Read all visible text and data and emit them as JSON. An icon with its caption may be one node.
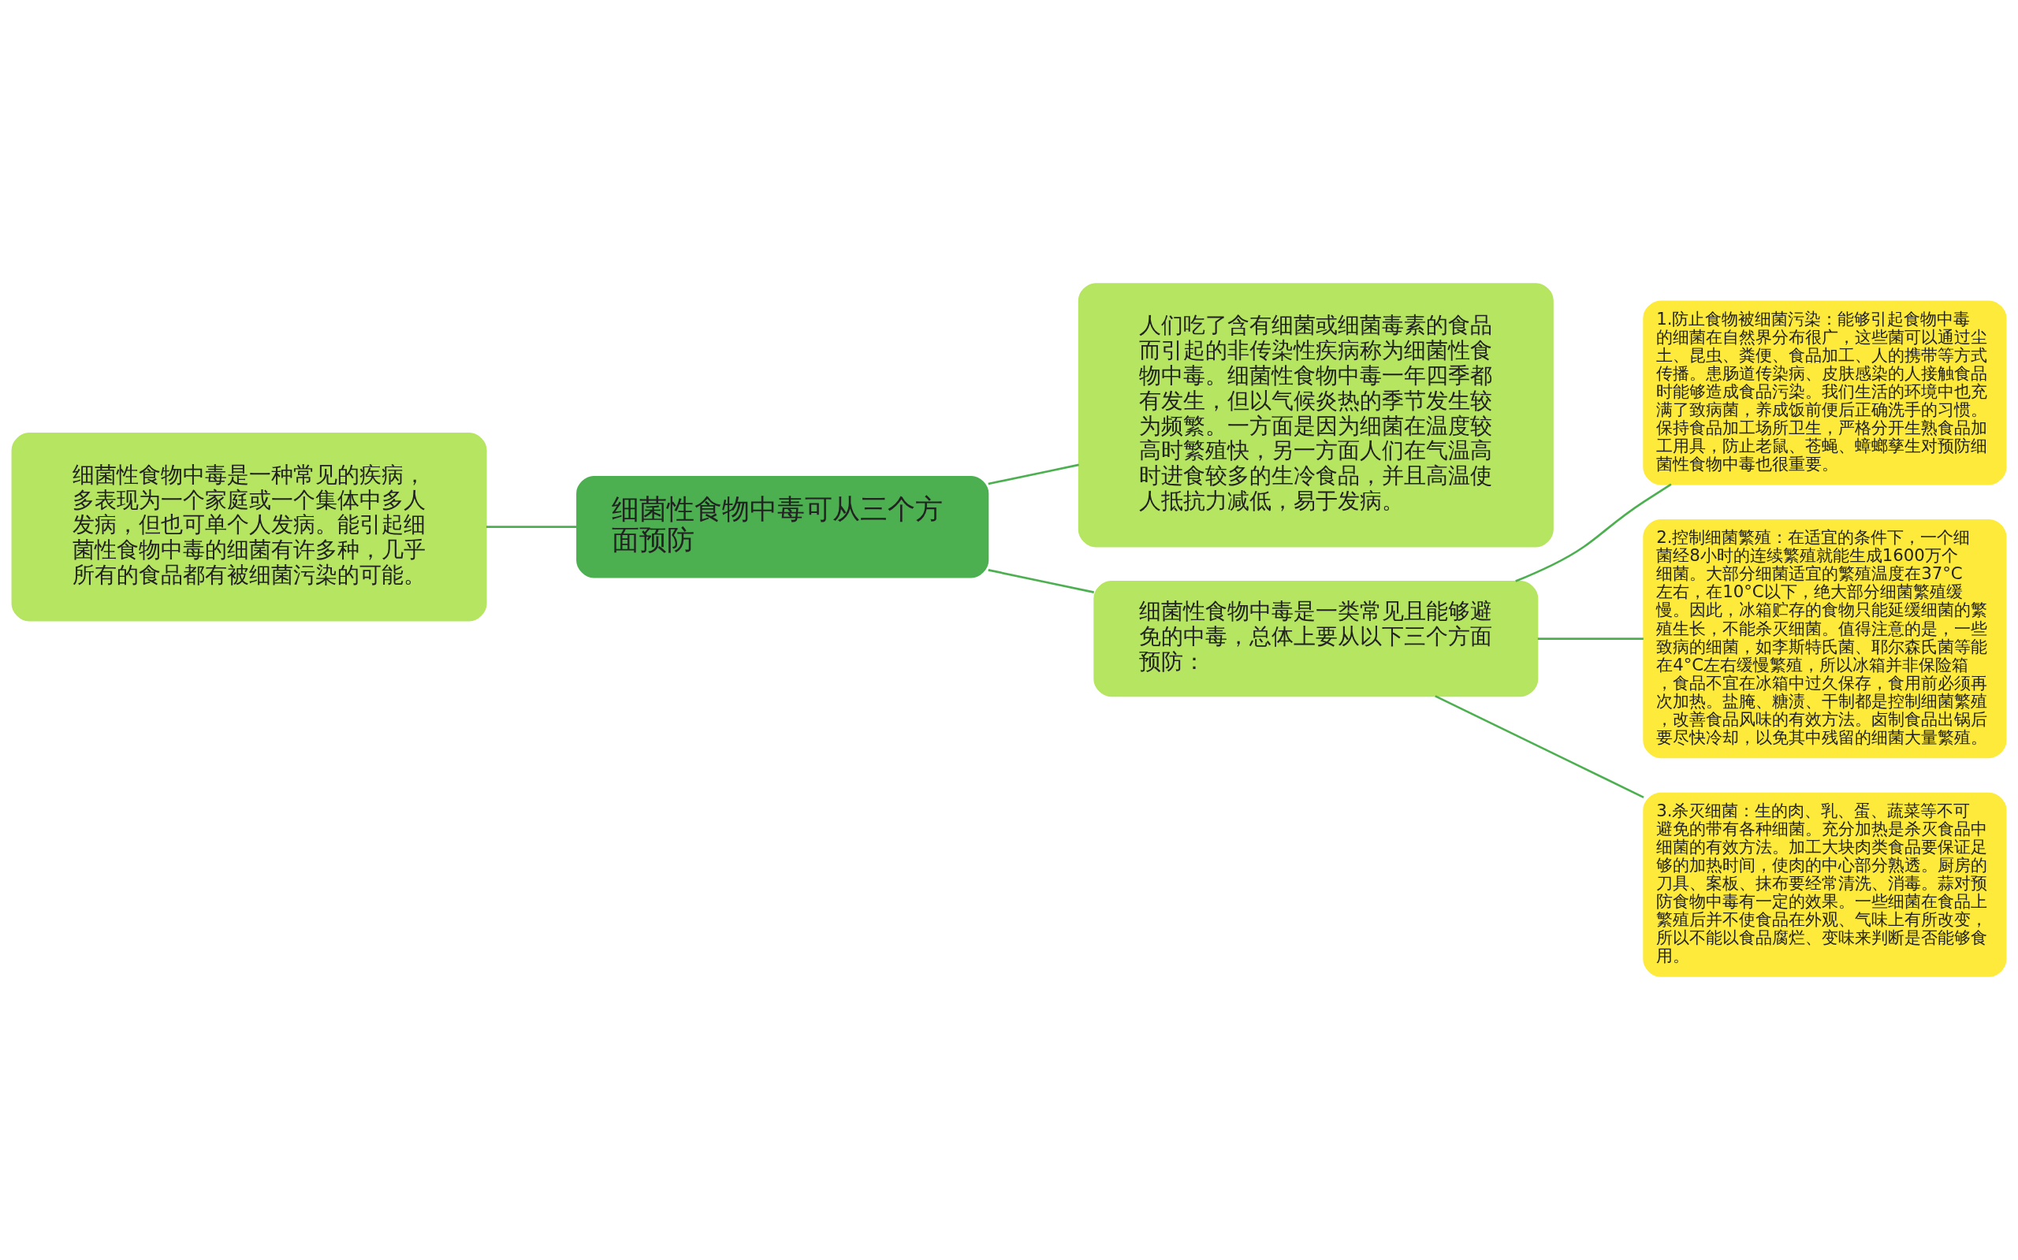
{
  "diagram": {
    "nodes": [
      {
        "text": [
          "细菌性食物中毒可从三个方面预防"
        ]
      },
      {
        "text": [
          "人们吃了含有细菌或细菌毒素的食品而引起的非传染性疾病称为细菌性食物中毒。细菌性食物中毒一年四季都有发生，但以气候炎热的季节发生较为频繁。一方面是因为细菌在温度较高时繁殖快，另一方面人们在气温高时进食较多的生冷食品，并且高温使人抵抗力减低，易于发病。"
        ]
      },
      {
        "text": [
          "细菌性食物中毒是一种常见的疾病，多表现为一个家庭或一个集体中多人发病，但也可单个人发病。能引起细菌性食物中毒的细菌有许多种，几乎所有的食品都有被细菌污染的可能。"
        ]
      },
      {
        "text": [
          "细菌性食物中毒是一类常见且能够避免的中毒，总体上要从以下三个方面预防："
        ]
      },
      {
        "text": [
          "1.防止食物被细菌污染：能够引起食物中毒的细菌在自然界分布很广，这些菌可以通过尘土、昆虫、粪便、食品加工、人的携带等方式传播。患肠道传染病、皮肤感染的人接触食品时能够造成食品污染。我们生活的环境中也充满了致病菌，养成饭前便后正确洗手的习惯。保持食品加工场所卫生，严格分开生熟食品加工用具，防止老鼠、苍蝇、蟑螂孳生对预防细菌性食物中毒也很重要。"
        ]
      },
      {
        "text": [
          "2.控制细菌繁殖：在适宜的条件下，一个细菌经8小时的连续繁殖就能生成1600万个细菌。大部分细菌适宜的繁殖温度在37°C左右，在10°C以下，绝大部分细菌繁殖缓慢。因此，冰箱贮存的食物只能延缓细菌的繁殖生长，不能杀灭细菌。值得注意的是，一些致病的细菌，如李斯特氏菌、耶尔森氏菌等能在4°C左右缓慢繁殖，所以冰箱并非保险箱，食品不宜在冰箱中过久保存，食用前必须再次加热。盐腌、糖渍、干制都是控制细菌繁殖，改善食品风味的有效方法。卤制食品出锅后要尽快冷却，以免其中残留的细菌大量繁殖。"
        ]
      },
      {
        "text": [
          "3.杀灭细菌：生的肉、乳、蛋、蔬菜等不可避免的带有各种细菌。充分加热是杀灭食品中细菌的有效方法。加工大块肉类食品要保证足够的加热时间，使肉的中心部分熟透。厨房的刀具、案板、抹布要经常清洗、消毒。蒜对预防食物中毒有一定的效果。一些细菌在食品上繁殖后并不使食品在外观、气味上有所改变，所以不能以食品腐烂、变味来判断是否能够食用。"
        ]
      }
    ],
    "edges": [
      {
        "from": 0,
        "to": 1,
        "arrow": "none"
      },
      {
        "from": 0,
        "to": 2,
        "arrow": "none"
      },
      {
        "from": 0,
        "to": 3,
        "arrow": "none"
      },
      {
        "from": 3,
        "to": 4,
        "arrow": "none"
      },
      {
        "from": 3,
        "to": 5,
        "arrow": "none"
      },
      {
        "from": 3,
        "to": 6,
        "arrow": "none"
      }
    ]
  }
}
